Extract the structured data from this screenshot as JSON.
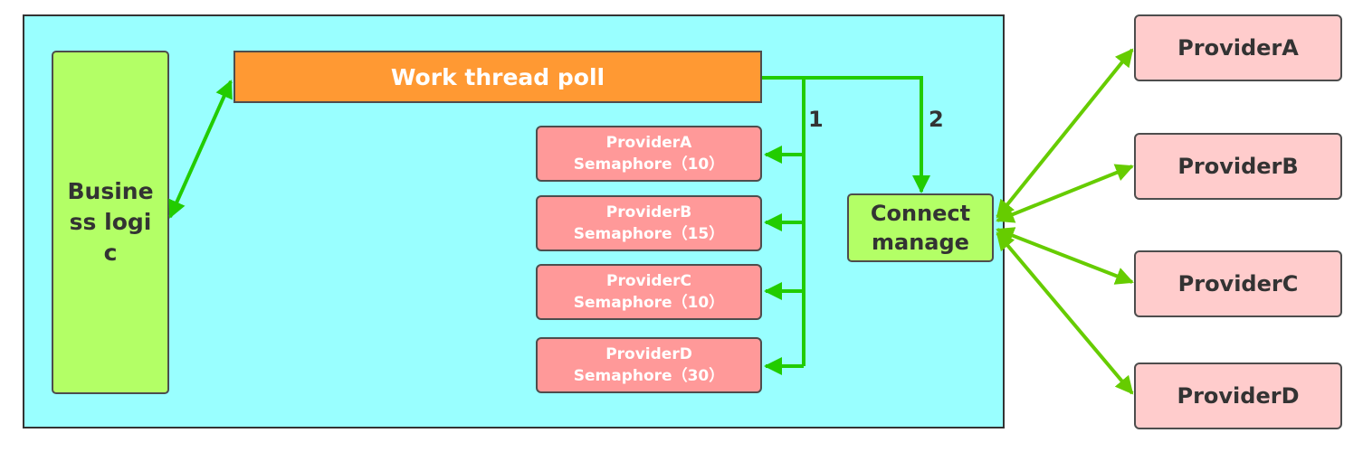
{
  "container": {
    "fill": "#99ffff"
  },
  "business": {
    "label": "Business logic"
  },
  "work_pool": {
    "label": "Work thread poll"
  },
  "semaphores": [
    {
      "name": "ProviderA",
      "sub": "Semaphore（10）"
    },
    {
      "name": "ProviderB",
      "sub": "Semaphore（15）"
    },
    {
      "name": "ProviderC",
      "sub": "Semaphore（10）"
    },
    {
      "name": "ProviderD",
      "sub": "Semaphore（30）"
    }
  ],
  "connect": {
    "line1": "Connect",
    "line2": "manage"
  },
  "path_labels": {
    "one": "1",
    "two": "2"
  },
  "providers": [
    {
      "label": "ProviderA"
    },
    {
      "label": "ProviderB"
    },
    {
      "label": "ProviderC"
    },
    {
      "label": "ProviderD"
    }
  ],
  "colors": {
    "arrow": "#22cc00",
    "arrow_right": "#66cc00",
    "orange": "#ff9933",
    "pink": "#ff9999",
    "light_pink": "#ffcccc",
    "lime": "#b3ff66"
  }
}
